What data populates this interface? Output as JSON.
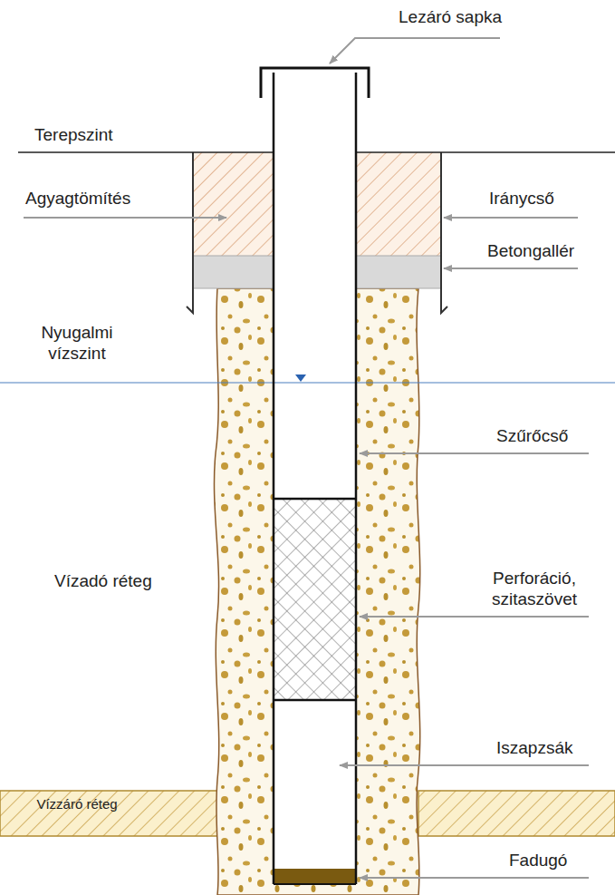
{
  "diagram": {
    "labels": [
      "Lezáró sapka",
      "Terepszint",
      "Agyagtömítés",
      "Iránycső",
      "Betongallér",
      "Nyugalmi vízszint",
      "Szűrőcső",
      "Vízadó réteg",
      "Perforáció, szitaszövet",
      "Iszapzsák",
      "Vízzáró réteg",
      "Fadugó"
    ]
  }
}
